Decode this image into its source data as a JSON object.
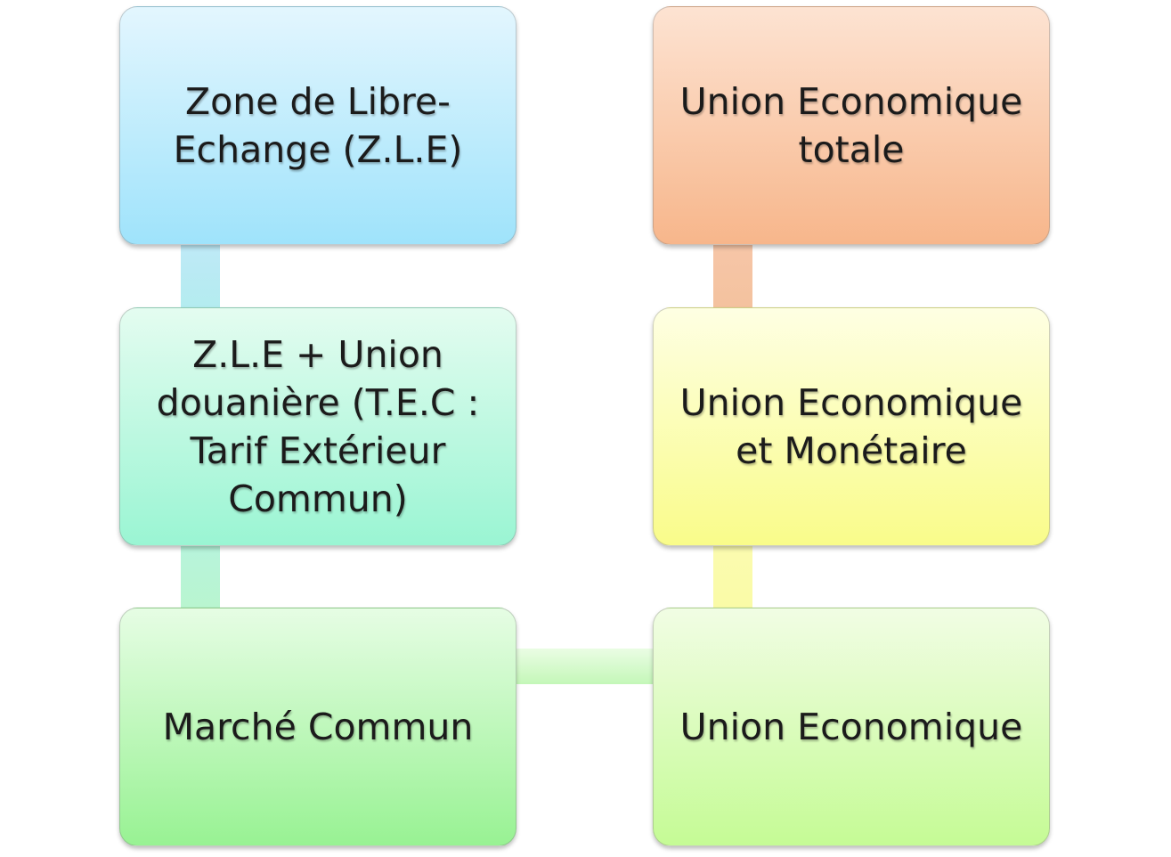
{
  "diagram": {
    "boxes": {
      "zle": "Zone de Libre-\nEchange (Z.L.E)",
      "union_douaniere": "Z.L.E + Union\ndouanière (T.E.C :\nTarif Extérieur\nCommun)",
      "marche_commun": "Marché Commun",
      "union_economique": "Union Economique",
      "union_economique_monetaire": "Union Economique\net Monétaire",
      "union_economique_totale": "Union Economique\ntotale"
    }
  }
}
